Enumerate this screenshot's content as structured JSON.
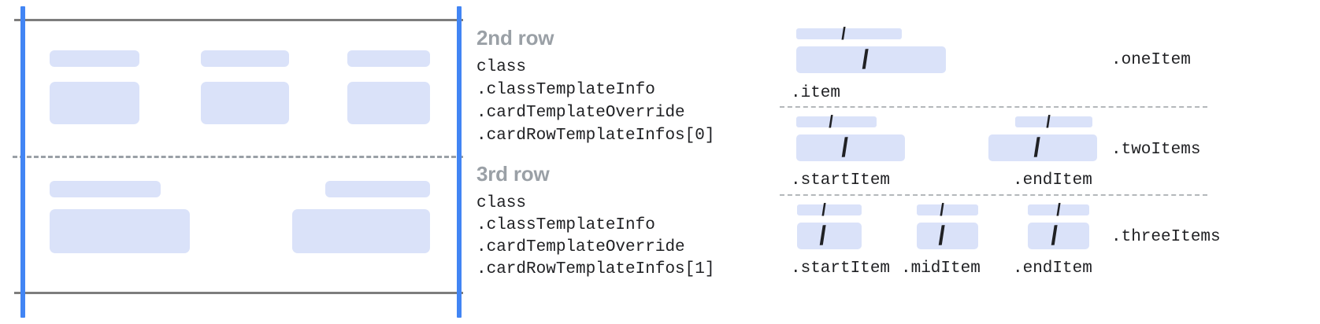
{
  "palette": {
    "background": "#ffffff",
    "placeholder_blue": "#dae2f9",
    "frame_blue": "#4285f4",
    "frame_gray": "#7d7d7d",
    "divider_gray": "#9aa0a6",
    "title_gray": "#9aa0a6",
    "code_text": "#202124"
  },
  "left_diagram": {
    "name": "card-rows-preview",
    "rows": [
      {
        "id": "second-row",
        "columns": [
          {
            "header_placeholder": true,
            "body_placeholder": true
          },
          {
            "header_placeholder": true,
            "body_placeholder": true
          },
          {
            "header_placeholder": true,
            "body_placeholder": true
          }
        ]
      },
      {
        "id": "third-row",
        "columns": [
          {
            "header_placeholder": true,
            "body_placeholder": true
          },
          {
            "header_placeholder": true,
            "body_placeholder": true
          }
        ]
      }
    ]
  },
  "annotations": [
    {
      "title": "2nd row",
      "code_lines": [
        "class",
        ".classTemplateInfo",
        ".cardTemplateOverride",
        ".cardRowTemplateInfos[0]"
      ]
    },
    {
      "title": "3rd row",
      "code_lines": [
        "class",
        ".classTemplateInfo",
        ".cardTemplateOverride",
        ".cardRowTemplateInfos[1]"
      ]
    }
  ],
  "right_diagram": {
    "name": "row-layout-variants",
    "slash_glyph": "/",
    "variants": [
      {
        "variant_label": ".oneItem",
        "slots": [
          {
            "label": ".item",
            "glyph": "/"
          }
        ]
      },
      {
        "variant_label": ".twoItems",
        "slots": [
          {
            "label": ".startItem",
            "glyph": "/"
          },
          {
            "label": ".endItem",
            "glyph": "/"
          }
        ]
      },
      {
        "variant_label": ".threeItems",
        "slots": [
          {
            "label": ".startItem",
            "glyph": "/"
          },
          {
            "label": ".midItem",
            "glyph": "/"
          },
          {
            "label": ".endItem",
            "glyph": "/"
          }
        ]
      }
    ]
  }
}
